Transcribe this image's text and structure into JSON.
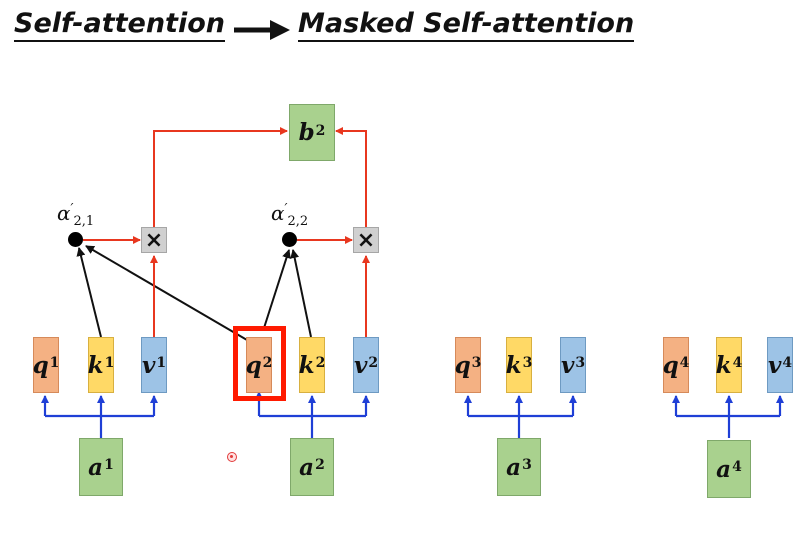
{
  "title": {
    "left": "Self-attention",
    "right": "Masked Self-attention"
  },
  "output": {
    "symbol": "b",
    "sup": "2"
  },
  "weights": [
    {
      "symbol": "α",
      "prime": "′",
      "sub": "2,1"
    },
    {
      "symbol": "α",
      "prime": "′",
      "sub": "2,2"
    }
  ],
  "multiply_symbol": "×",
  "columns": [
    {
      "input": {
        "symbol": "a",
        "sup": "1"
      },
      "q": {
        "symbol": "q",
        "sup": "1"
      },
      "k": {
        "symbol": "k",
        "sup": "1"
      },
      "v": {
        "symbol": "v",
        "sup": "1"
      }
    },
    {
      "input": {
        "symbol": "a",
        "sup": "2"
      },
      "q": {
        "symbol": "q",
        "sup": "2"
      },
      "k": {
        "symbol": "k",
        "sup": "2"
      },
      "v": {
        "symbol": "v",
        "sup": "2"
      }
    },
    {
      "input": {
        "symbol": "a",
        "sup": "3"
      },
      "q": {
        "symbol": "q",
        "sup": "3"
      },
      "k": {
        "symbol": "k",
        "sup": "3"
      },
      "v": {
        "symbol": "v",
        "sup": "3"
      }
    },
    {
      "input": {
        "symbol": "a",
        "sup": "4"
      },
      "q": {
        "symbol": "q",
        "sup": "4"
      },
      "k": {
        "symbol": "k",
        "sup": "4"
      },
      "v": {
        "symbol": "v",
        "sup": "4"
      }
    }
  ],
  "colors": {
    "query": "#f4b183",
    "key": "#ffd966",
    "value": "#9dc3e6",
    "input": "#a9d18e",
    "highlight": "#ff1a00",
    "blue_wire": "#1f3fd6",
    "red_wire": "#e8371f"
  }
}
